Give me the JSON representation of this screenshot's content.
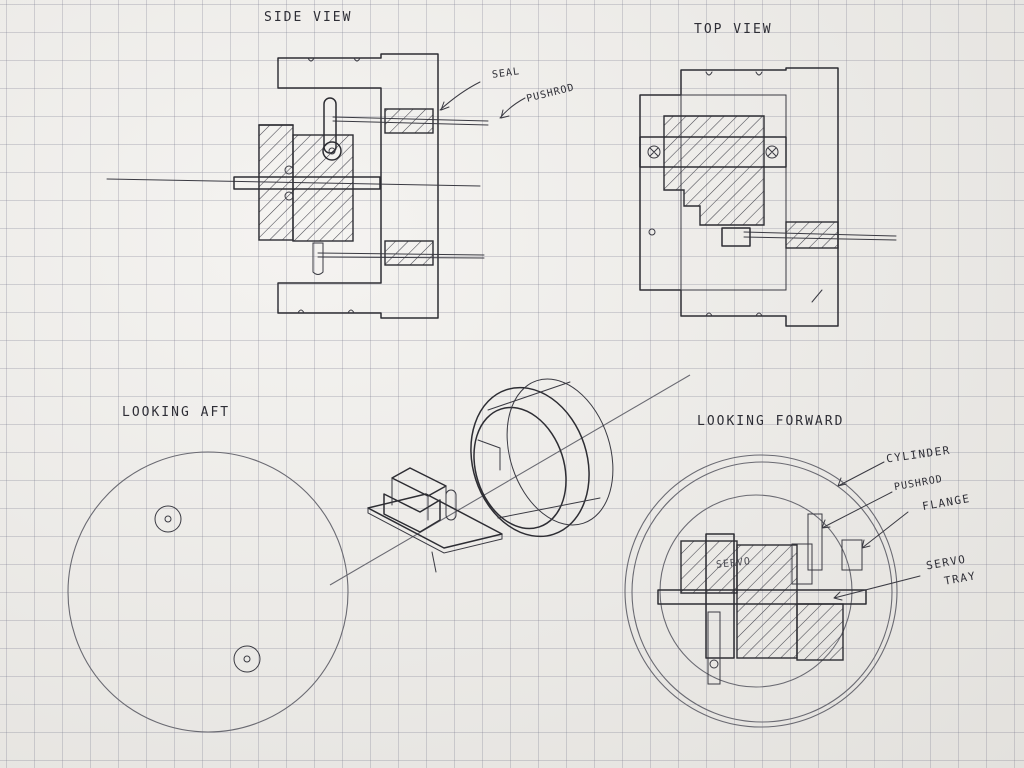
{
  "views": {
    "side_view": "SIDE VIEW",
    "top_view": "TOP VIEW",
    "looking_aft": "LOOKING AFT",
    "looking_forward": "LOOKING FORWARD"
  },
  "callouts": {
    "seal": "SEAL",
    "pushrod_side": "PUSHROD",
    "cylinder": "CYLINDER",
    "pushrod_fwd": "PUSHROD",
    "flange": "FLANGE",
    "servo": "SERVO",
    "tray": "TRAY",
    "servo_body": "SERVO"
  }
}
